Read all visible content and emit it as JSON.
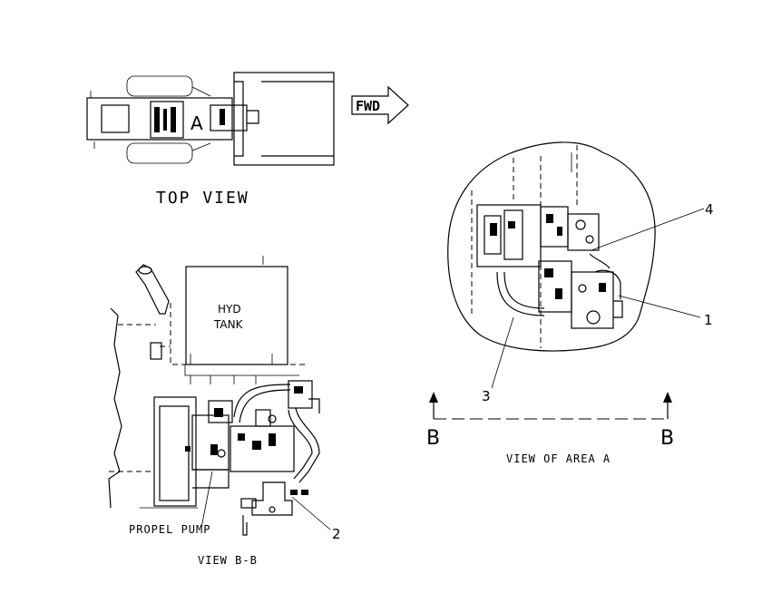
{
  "labels": {
    "fwd": "FWD",
    "area_marker": "A",
    "top_view": "TOP VIEW",
    "hyd_tank_line1": "HYD",
    "hyd_tank_line2": "TANK",
    "propel_pump": "PROPEL PUMP",
    "view_bb": "VIEW B-B",
    "view_area_a": "VIEW OF AREA A",
    "section_left": "B",
    "section_right": "B"
  },
  "callouts": {
    "c1": "1",
    "c2": "2",
    "c3": "3",
    "c4": "4"
  }
}
